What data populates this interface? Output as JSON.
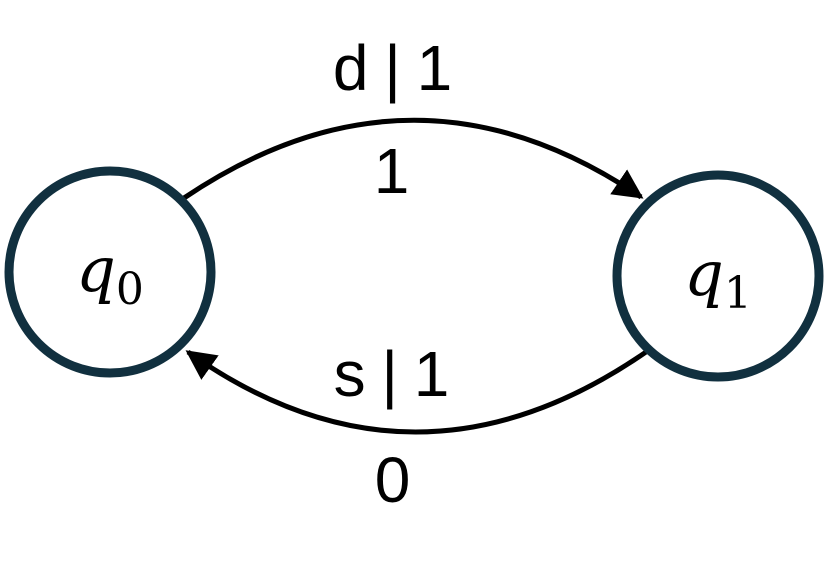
{
  "diagram": {
    "type": "state-transition-diagram",
    "background_color": "#ffffff",
    "state_border_color": "#11303f",
    "edge_color": "#000000",
    "text_color": "#000000",
    "states": [
      {
        "id": "q0",
        "label": "q",
        "subscript": "0"
      },
      {
        "id": "q1",
        "label": "q",
        "subscript": "1"
      }
    ],
    "transitions": [
      {
        "from": "q0",
        "to": "q1",
        "label": "d | 1",
        "weight": "1"
      },
      {
        "from": "q1",
        "to": "q0",
        "label": "s | 1",
        "weight": "0"
      }
    ]
  }
}
